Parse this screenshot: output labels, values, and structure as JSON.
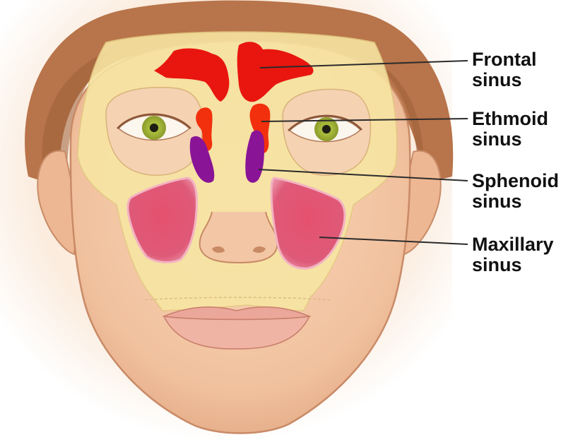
{
  "labels": {
    "frontal": {
      "line1": "Frontal",
      "line2": "sinus",
      "color": "#e8160f"
    },
    "ethmoid": {
      "line1": "Ethmoid",
      "line2": "sinus",
      "color": "#f2300e"
    },
    "sphenoid": {
      "line1": "Sphenoid",
      "line2": "sinus",
      "color": "#8a1496"
    },
    "maxillary": {
      "line1": "Maxillary",
      "line2": "sinus",
      "color": "#dc4a6a"
    }
  },
  "colors": {
    "skin": "#f3c9a8",
    "bone": "#f7e6a3",
    "hair": "#b8744a",
    "iris": "#a7b83a",
    "lips": "#eaa79a",
    "leader_line": "#2b2b2b"
  }
}
